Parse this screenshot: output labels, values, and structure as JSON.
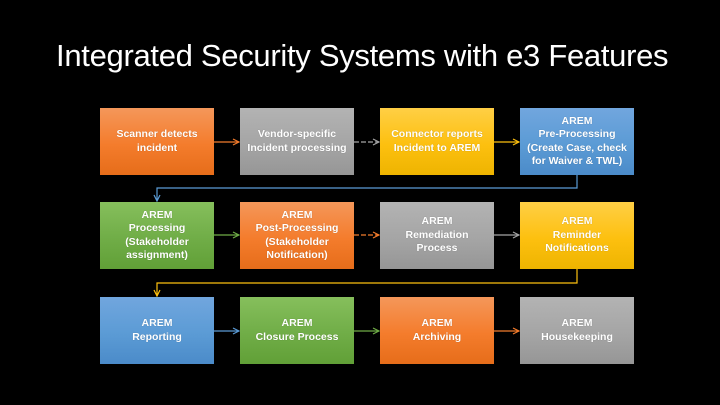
{
  "title": "Integrated Security Systems with e3 Features",
  "colors": {
    "background": "#000000",
    "orange": "#f47c2c",
    "gray": "#a5a5a5",
    "yellow": "#fdc00f",
    "blue": "#5b9bd5",
    "green": "#70ad47"
  },
  "rows": [
    {
      "steps": [
        {
          "label": "Scanner detects\nincident",
          "color": "orange"
        },
        {
          "label": "Vendor-specific\nIncident processing",
          "color": "gray"
        },
        {
          "label": "Connector reports\nIncident to AREM",
          "color": "yellow"
        },
        {
          "label": "AREM\nPre-Processing\n(Create Case, check\nfor Waiver & TWL)",
          "color": "blue"
        }
      ]
    },
    {
      "steps": [
        {
          "label": "AREM\nProcessing\n(Stakeholder\nassignment)",
          "color": "green"
        },
        {
          "label": "AREM\nPost-Processing\n(Stakeholder\nNotification)",
          "color": "orange"
        },
        {
          "label": "AREM\nRemediation\nProcess",
          "color": "gray"
        },
        {
          "label": "AREM\nReminder\nNotifications",
          "color": "yellow"
        }
      ]
    },
    {
      "steps": [
        {
          "label": "AREM\nReporting",
          "color": "blue"
        },
        {
          "label": "AREM\nClosure Process",
          "color": "green"
        },
        {
          "label": "AREM\nArchiving",
          "color": "orange"
        },
        {
          "label": "AREM\nHousekeeping",
          "color": "gray"
        }
      ]
    }
  ]
}
